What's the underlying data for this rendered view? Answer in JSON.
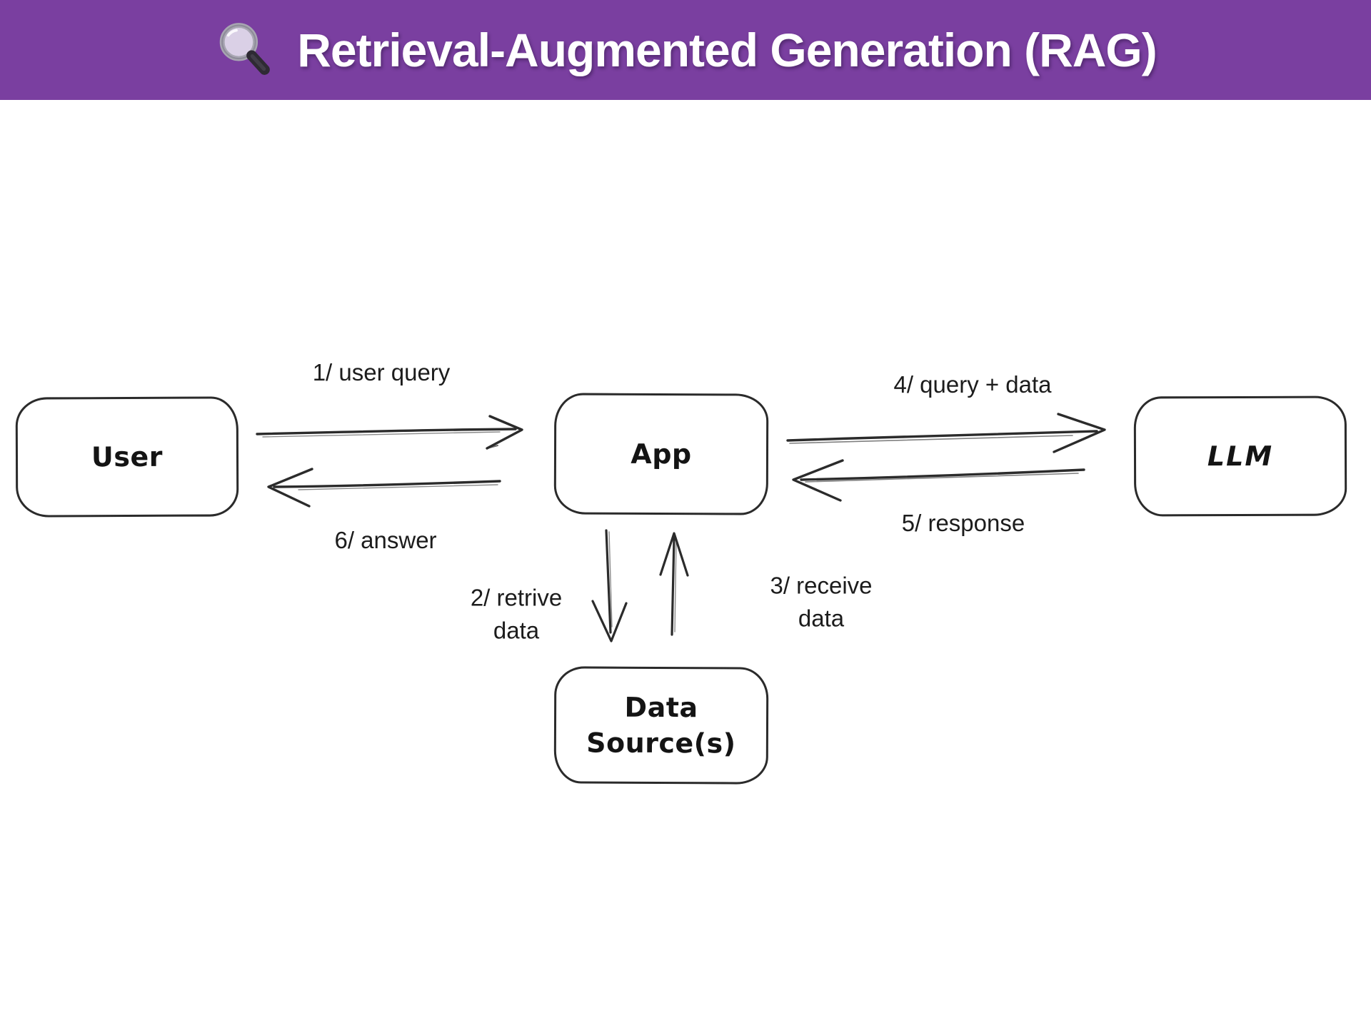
{
  "header": {
    "title": "Retrieval-Augmented Generation (RAG)",
    "icon": "magnifying-glass-icon",
    "background_color": "#7A3FA0",
    "text_color": "#FFFFFF"
  },
  "diagram": {
    "stroke_color": "#2b2b2b",
    "nodes": {
      "user": {
        "label": "User"
      },
      "app": {
        "label": "App"
      },
      "llm": {
        "label": "LLM"
      },
      "data_source": {
        "label_line1": "Data",
        "label_line2": "Source(s)"
      }
    },
    "edges": {
      "user_query": {
        "from": "User",
        "to": "App",
        "label": "1/ user query"
      },
      "retrieve_data": {
        "from": "App",
        "to": "Data Source(s)",
        "label_line1": "2/ retrive",
        "label_line2": "data"
      },
      "receive_data": {
        "from": "Data Source(s)",
        "to": "App",
        "label_line1": "3/ receive",
        "label_line2": "data"
      },
      "query_plus_data": {
        "from": "App",
        "to": "LLM",
        "label": "4/ query + data"
      },
      "response": {
        "from": "LLM",
        "to": "App",
        "label": "5/ response"
      },
      "answer": {
        "from": "App",
        "to": "User",
        "label": "6/ answer"
      }
    }
  }
}
